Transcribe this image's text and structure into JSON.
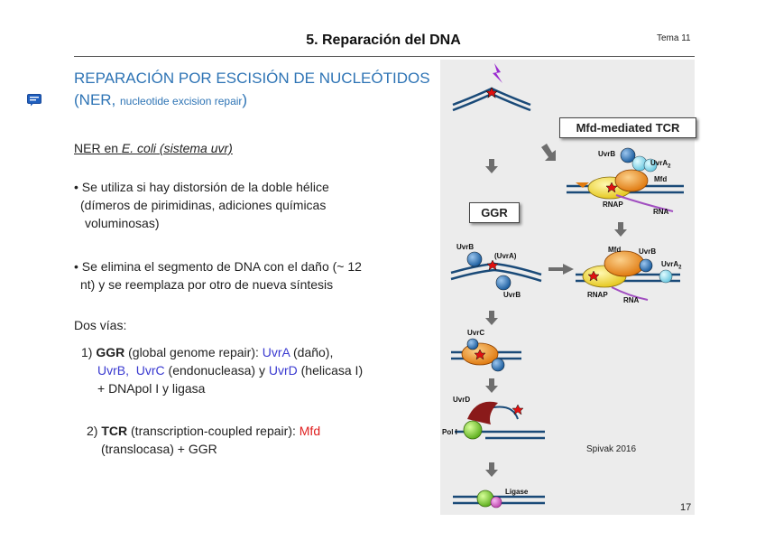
{
  "header": {
    "title": "5. Reparación del DNA",
    "topic": "Tema 11"
  },
  "section": {
    "heading_line1": "REPARACIÓN POR ESCISIÓN DE NUCLEÓTIDOS",
    "heading_line2_open": "(NER, ",
    "heading_line2_small": "nucleotide excision repair",
    "heading_line2_close": ")"
  },
  "subtitle": {
    "ner_en": "NER en ",
    "ecoli": "E. coli",
    "sistema": " (sistema uvr)"
  },
  "bullets": [
    {
      "line1": "• Se utiliza si hay distorsión de la doble hélice",
      "line2": "(dímeros de pirimidinas, adiciones químicas",
      "line3": "voluminosas)"
    },
    {
      "line1": "• Se elimina el segmento de DNA con el daño (~ 12",
      "line2": "nt) y se reemplaza por otro de nueva síntesis"
    }
  ],
  "dos_vias": "Dos vías:",
  "via1": {
    "num": "1) ",
    "abbr": "GGR",
    "desc": " (global genome repair): ",
    "uvra": "UvrA",
    "uvra_note": " (daño),",
    "uvrb": "UvrB,",
    "sep": "  ",
    "uvrc": "UvrC",
    "uvrc_note": " (endonucleasa) y ",
    "uvrd": "UvrD",
    "uvrd_note": " (helicasa I)",
    "line3": "+ DNApol I  y ligasa"
  },
  "via2": {
    "num": "2) ",
    "abbr": "TCR",
    "desc": " (transcription-coupled repair): ",
    "mfd": "Mfd",
    "line2": "(translocasa) + GGR"
  },
  "figure": {
    "box_tcr": "Mfd-mediated TCR",
    "box_ggr": "GGR",
    "labels": {
      "uvrb": "UvrB",
      "uvra2": "UvrA",
      "uvra2_sub": "2",
      "mfd": "Mfd",
      "rnap": "RNAP",
      "rna": "RNA",
      "uvra_paren": "(UvrA)",
      "uvrc": "UvrC",
      "uvrd": "UvrD",
      "pol1": "Pol I",
      "ligase": "Ligase"
    },
    "credit": "Spivak 2016"
  },
  "page_number": "17",
  "colors": {
    "heading": "#2e74b5",
    "protein_name": "#3a3ad0",
    "mfd": "#e02020",
    "dna": "#1a4a78"
  }
}
